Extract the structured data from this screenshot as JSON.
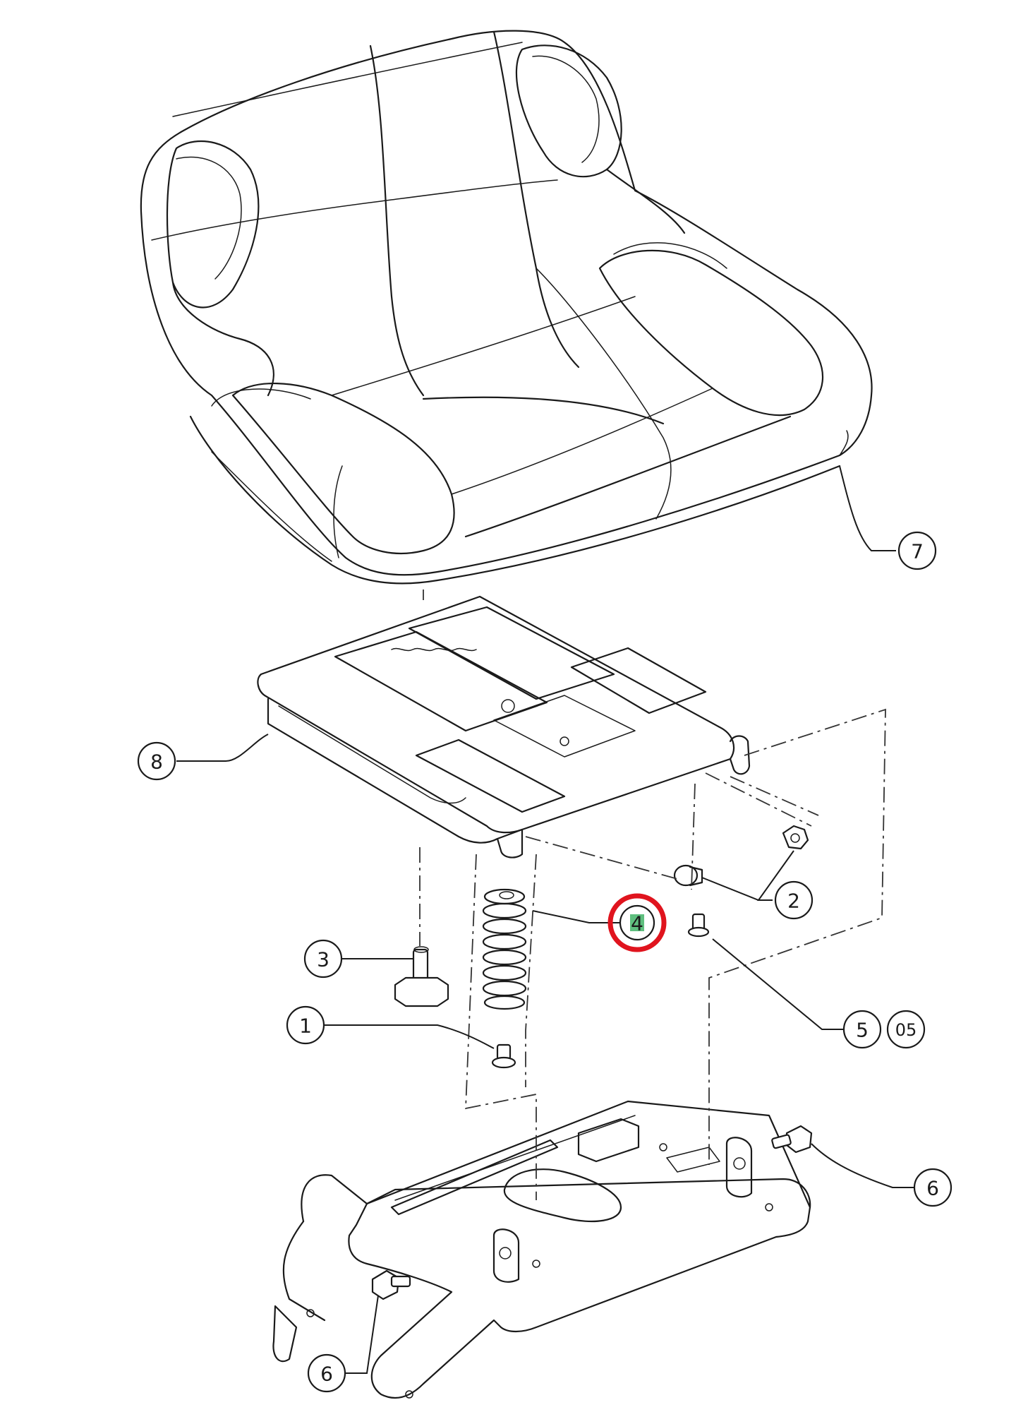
{
  "colors": {
    "line": "#1a1a1a",
    "highlight_ring": "#e0141e",
    "highlight_fill": "#5fbf7f"
  },
  "callouts": [
    {
      "id": "callout-7",
      "label": "7"
    },
    {
      "id": "callout-8",
      "label": "8"
    },
    {
      "id": "callout-2",
      "label": "2"
    },
    {
      "id": "callout-4",
      "label": "4",
      "highlighted": true
    },
    {
      "id": "callout-3",
      "label": "3"
    },
    {
      "id": "callout-1",
      "label": "1"
    },
    {
      "id": "callout-5",
      "label": "5"
    },
    {
      "id": "callout-05",
      "label": "05"
    },
    {
      "id": "callout-6-right",
      "label": "6"
    },
    {
      "id": "callout-6-left",
      "label": "6"
    }
  ]
}
